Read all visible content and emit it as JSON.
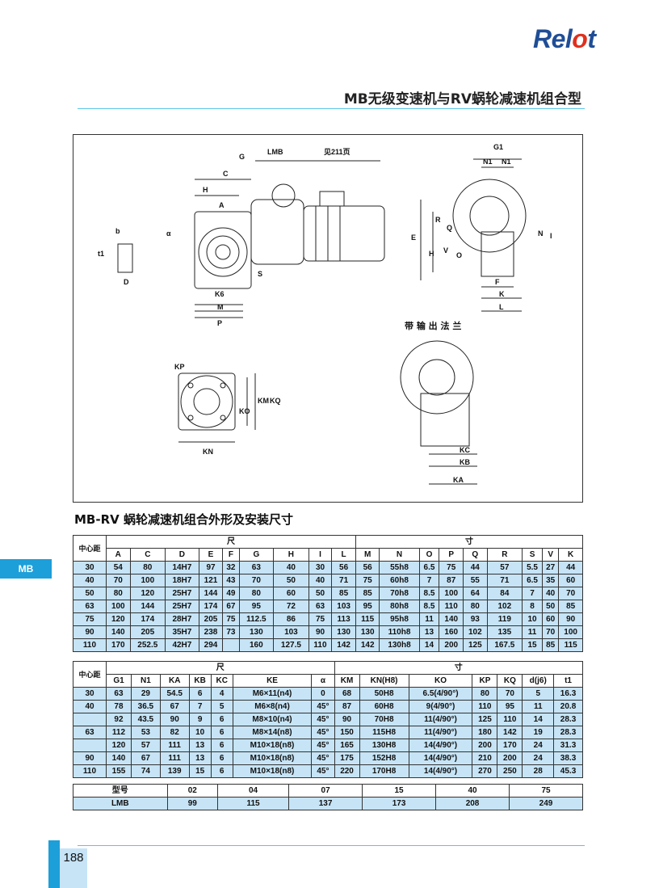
{
  "brand": {
    "logo_main": "Rel",
    "logo_accent": "o",
    "logo_end": "t"
  },
  "header": {
    "title": "MB无级变速机与RV蜗轮减速机组合型"
  },
  "drawing": {
    "labels_main": [
      "G",
      "LMB",
      "见211页",
      "C",
      "H",
      "A",
      "K6",
      "M",
      "P",
      "S",
      "b",
      "D",
      "t1",
      "α"
    ],
    "labels_side": [
      "G1",
      "N1",
      "N1",
      "E",
      "R",
      "Q",
      "H",
      "V",
      "O",
      "N",
      "I",
      "F",
      "K",
      "L"
    ],
    "caption": "带 输 出 法 兰",
    "labels_flange": [
      "KP",
      "KO",
      "KM",
      "KQ",
      "KN"
    ],
    "labels_out": [
      "KC",
      "KB",
      "KA"
    ]
  },
  "section_title": "MB-RV  蜗轮减速机组合外形及安装尺寸",
  "side_tab": "MB",
  "table1": {
    "corner": "中心距",
    "group_left": "尺",
    "group_right": "寸",
    "headers": [
      "A",
      "C",
      "D",
      "E",
      "F",
      "G",
      "H",
      "I",
      "L",
      "M",
      "N",
      "O",
      "P",
      "Q",
      "R",
      "S",
      "V",
      "K"
    ],
    "rows": [
      [
        "30",
        "54",
        "80",
        "14H7",
        "97",
        "32",
        "63",
        "40",
        "30",
        "56",
        "56",
        "55h8",
        "6.5",
        "75",
        "44",
        "57",
        "5.5",
        "27",
        "44"
      ],
      [
        "40",
        "70",
        "100",
        "18H7",
        "121",
        "43",
        "70",
        "50",
        "40",
        "71",
        "75",
        "60h8",
        "7",
        "87",
        "55",
        "71",
        "6.5",
        "35",
        "60"
      ],
      [
        "50",
        "80",
        "120",
        "25H7",
        "144",
        "49",
        "80",
        "60",
        "50",
        "85",
        "85",
        "70h8",
        "8.5",
        "100",
        "64",
        "84",
        "7",
        "40",
        "70"
      ],
      [
        "63",
        "100",
        "144",
        "25H7",
        "174",
        "67",
        "95",
        "72",
        "63",
        "103",
        "95",
        "80h8",
        "8.5",
        "110",
        "80",
        "102",
        "8",
        "50",
        "85"
      ],
      [
        "75",
        "120",
        "174",
        "28H7",
        "205",
        "75",
        "112.5",
        "86",
        "75",
        "113",
        "115",
        "95h8",
        "11",
        "140",
        "93",
        "119",
        "10",
        "60",
        "90"
      ],
      [
        "90",
        "140",
        "205",
        "35H7",
        "238",
        "73",
        "130",
        "103",
        "90",
        "130",
        "130",
        "110h8",
        "13",
        "160",
        "102",
        "135",
        "11",
        "70",
        "100"
      ],
      [
        "110",
        "170",
        "252.5",
        "42H7",
        "294",
        "",
        "160",
        "127.5",
        "110",
        "142",
        "142",
        "130h8",
        "14",
        "200",
        "125",
        "167.5",
        "15",
        "85",
        "115"
      ]
    ]
  },
  "table2": {
    "corner": "中心距",
    "group_left": "尺",
    "group_right": "寸",
    "headers": [
      "G1",
      "N1",
      "KA",
      "KB",
      "KC",
      "KE",
      "α",
      "KM",
      "KN(H8)",
      "KO",
      "KP",
      "KQ",
      "d(j6)",
      "t1"
    ],
    "rows": [
      [
        "30",
        "63",
        "29",
        "54.5",
        "6",
        "4",
        "M6×11(n4)",
        "0",
        "68",
        "50H8",
        "6.5(4/90°)",
        "80",
        "70",
        "5",
        "16.3"
      ],
      [
        "40",
        "78",
        "36.5",
        "67",
        "7",
        "5",
        "M6×8(n4)",
        "45°",
        "87",
        "60H8",
        "9(4/90°)",
        "110",
        "95",
        "11",
        "20.8"
      ],
      [
        "",
        "92",
        "43.5",
        "90",
        "9",
        "6",
        "M8×10(n4)",
        "45°",
        "90",
        "70H8",
        "11(4/90°)",
        "125",
        "110",
        "14",
        "28.3"
      ],
      [
        "63",
        "112",
        "53",
        "82",
        "10",
        "6",
        "M8×14(n8)",
        "45°",
        "150",
        "115H8",
        "11(4/90°)",
        "180",
        "142",
        "19",
        "28.3"
      ],
      [
        "",
        "120",
        "57",
        "111",
        "13",
        "6",
        "M10×18(n8)",
        "45°",
        "165",
        "130H8",
        "14(4/90°)",
        "200",
        "170",
        "24",
        "31.3"
      ],
      [
        "90",
        "140",
        "67",
        "111",
        "13",
        "6",
        "M10×18(n8)",
        "45°",
        "175",
        "152H8",
        "14(4/90°)",
        "210",
        "200",
        "24",
        "38.3"
      ],
      [
        "110",
        "155",
        "74",
        "139",
        "15",
        "6",
        "M10×18(n8)",
        "45°",
        "220",
        "170H8",
        "14(4/90°)",
        "270",
        "250",
        "28",
        "45.3"
      ]
    ]
  },
  "table3": {
    "row1": [
      "型号",
      "02",
      "04",
      "07",
      "15",
      "40",
      "75"
    ],
    "row2": [
      "LMB",
      "99",
      "115",
      "137",
      "173",
      "208",
      "249"
    ]
  },
  "footer": {
    "page_number": "188"
  }
}
